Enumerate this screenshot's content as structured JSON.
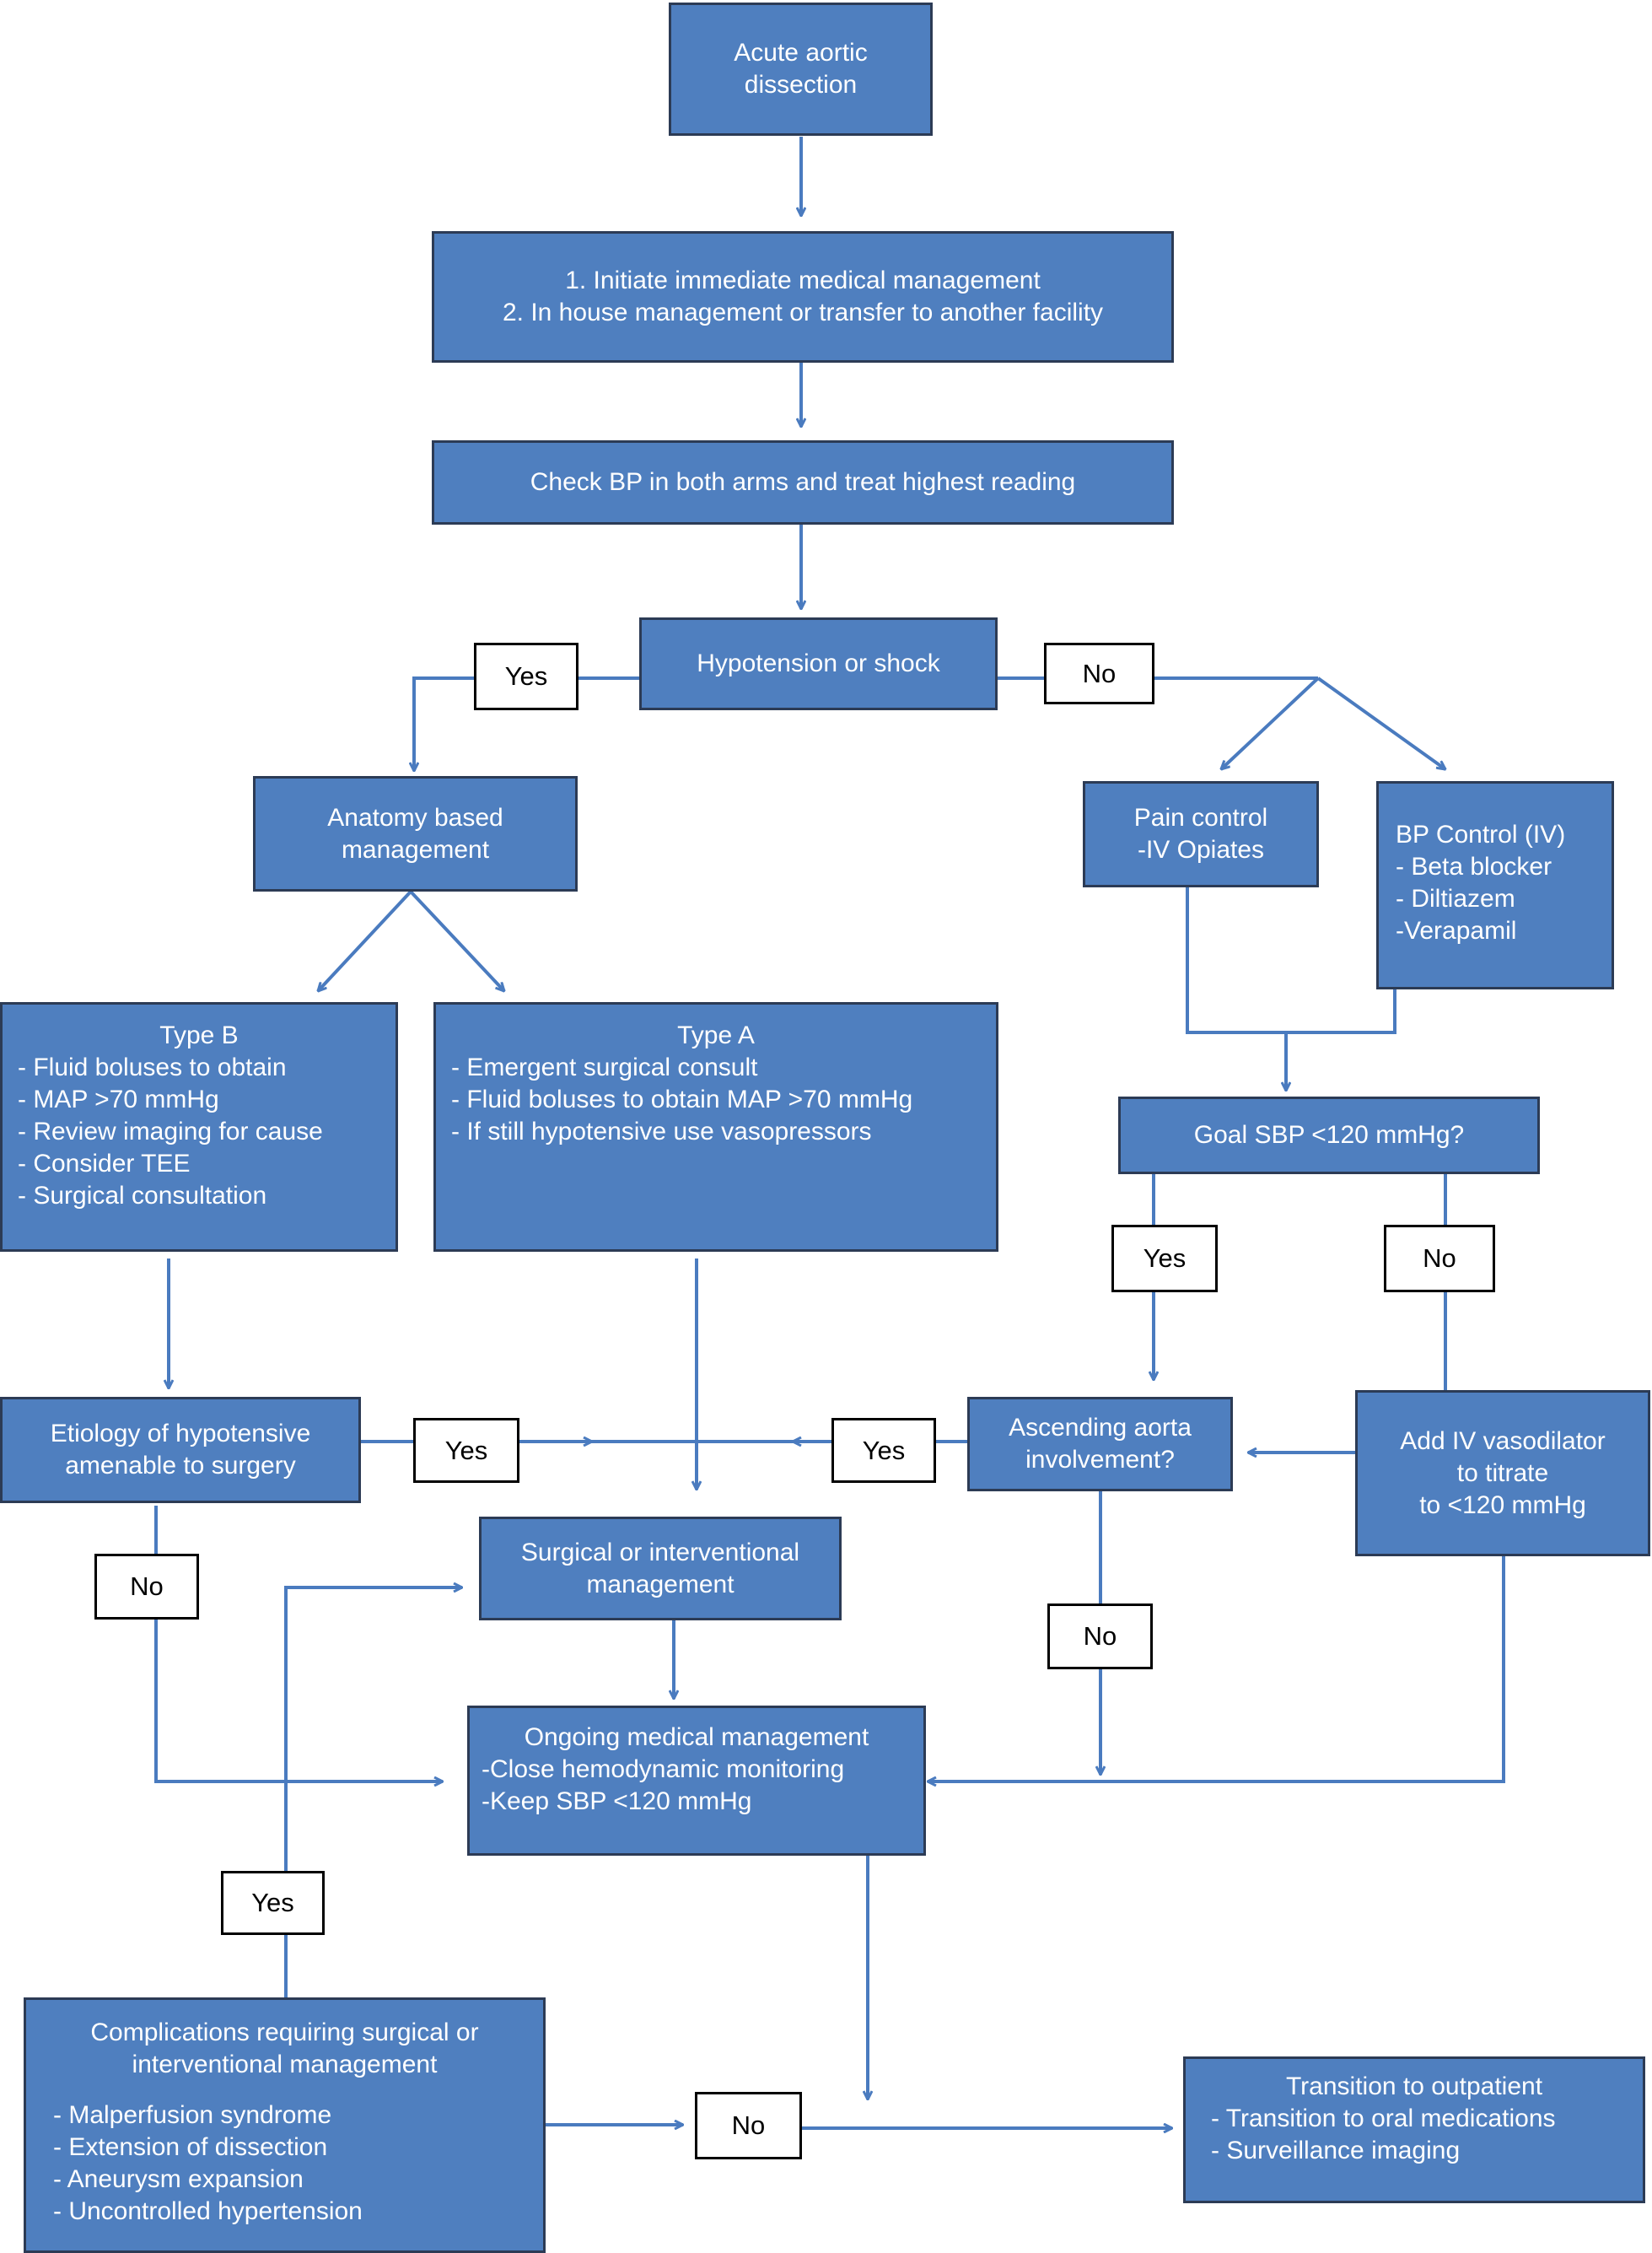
{
  "nodes": {
    "start": [
      "Acute aortic",
      "dissection"
    ],
    "initiate": [
      "1. Initiate immediate medical management",
      "2. In house management or transfer to another facility"
    ],
    "check_bp": [
      "Check BP in both arms and treat highest reading"
    ],
    "hypotension": [
      "Hypotension or shock"
    ],
    "anatomy": [
      "Anatomy based",
      "management"
    ],
    "pain": [
      "Pain control",
      "-IV Opiates"
    ],
    "bp_control": [
      "BP Control (IV)",
      "- Beta blocker",
      "- Diltiazem",
      "-Verapamil"
    ],
    "type_b_title": "Type B",
    "type_b_items": [
      "- Fluid boluses to obtain",
      "- MAP >70 mmHg",
      "- Review imaging for cause",
      "- Consider TEE",
      "- Surgical consultation"
    ],
    "type_a_title": "Type A",
    "type_a_items": [
      "- Emergent surgical consult",
      "- Fluid boluses to obtain MAP >70 mmHg",
      "- If still hypotensive use vasopressors"
    ],
    "goal_sbp": [
      "Goal SBP <120 mmHg?"
    ],
    "etiology": [
      "Etiology of hypotensive",
      "amenable to surgery"
    ],
    "ascending": [
      "Ascending aorta",
      "involvement?"
    ],
    "vasodilator": [
      "Add IV vasodilator",
      "to titrate",
      "to <120 mmHg"
    ],
    "surgical": [
      "Surgical or interventional",
      "management"
    ],
    "ongoing_title": "Ongoing medical management",
    "ongoing_items": [
      "-Close hemodynamic monitoring",
      "-Keep SBP <120 mmHg"
    ],
    "complications_title": [
      "Complications requiring surgical or",
      "interventional management"
    ],
    "complications_items": [
      "- Malperfusion syndrome",
      "- Extension of dissection",
      "- Aneurysm expansion",
      "- Uncontrolled hypertension"
    ],
    "outpatient_title": "Transition to outpatient",
    "outpatient_items": [
      "- Transition to oral medications",
      "- Surveillance imaging"
    ]
  },
  "labels": {
    "hypo_yes": "Yes",
    "hypo_no": "No",
    "goal_yes": "Yes",
    "goal_no": "No",
    "etiology_yes": "Yes",
    "ascending_yes": "Yes",
    "etiology_no": "No",
    "ascending_no": "No",
    "complications_yes": "Yes",
    "final_no": "No"
  },
  "colors": {
    "box_fill": "#4f7fbf",
    "box_border": "#2c3b55",
    "connector": "#4a7bbf",
    "label_border": "#000000"
  }
}
